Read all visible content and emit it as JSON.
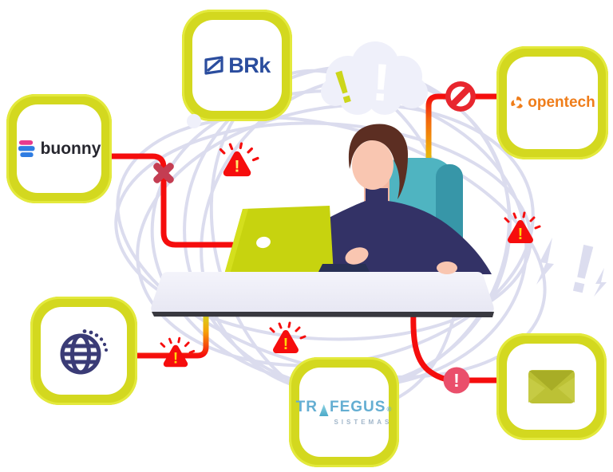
{
  "glyphs": {
    "exclamation": "!",
    "registered": "®"
  },
  "cards": {
    "brk": {
      "label": "BRk",
      "icon": "brk-badge-icon",
      "text_color": "#2b4d9e"
    },
    "buonny": {
      "label": "buonny",
      "icon": "buonny-ribbons-icon",
      "text_color": "#26262e"
    },
    "opentech": {
      "label": "opentech",
      "icon": "opentech-pinwheel-icon",
      "text_color": "#ef7d1a"
    },
    "globe": {
      "icon": "globe-icon",
      "color": "#3a3b76"
    },
    "trafegus": {
      "label_prefix": "TR",
      "label_sail": "A",
      "label_suffix": "FEGUS",
      "sublabel": "SISTEMAS",
      "text_color": "#64aed2"
    },
    "email": {
      "icon": "envelope-icon",
      "color": "#b9be33"
    }
  },
  "colors": {
    "card_border": "#d3d81f",
    "connector_red": "#f50d0d",
    "connector_gradient_yellow": "#d3d81f",
    "connector_gradient_orange": "#f2640c",
    "swirl": "#dbdcee",
    "alert_triangle": "#f60d0d",
    "alert_exclamation": "#ffd60a",
    "error_badge_pink": "#ea4f6b",
    "x_mark": "#c43d52",
    "no_entry": "#e8262e",
    "laptop": "#c7d30f",
    "sweater": "#333266",
    "chair": "#4fb4c1",
    "skin": "#f9c6b1",
    "hair": "#5c2e22",
    "desk": "#ededf6",
    "cloud": "#eff0fa",
    "big_exclamation": "#dcddef"
  },
  "icons": {
    "alerts": [
      "alert-triangle-icon",
      "alert-triangle-icon",
      "alert-triangle-icon",
      "alert-triangle-icon"
    ],
    "blocked": "no-entry-icon",
    "error": "exclamation-circle-icon",
    "failure": "x-mark-icon",
    "thought": "thought-cloud",
    "bolts": [
      "lightning-bolt-icon",
      "lightning-bolt-icon"
    ]
  }
}
